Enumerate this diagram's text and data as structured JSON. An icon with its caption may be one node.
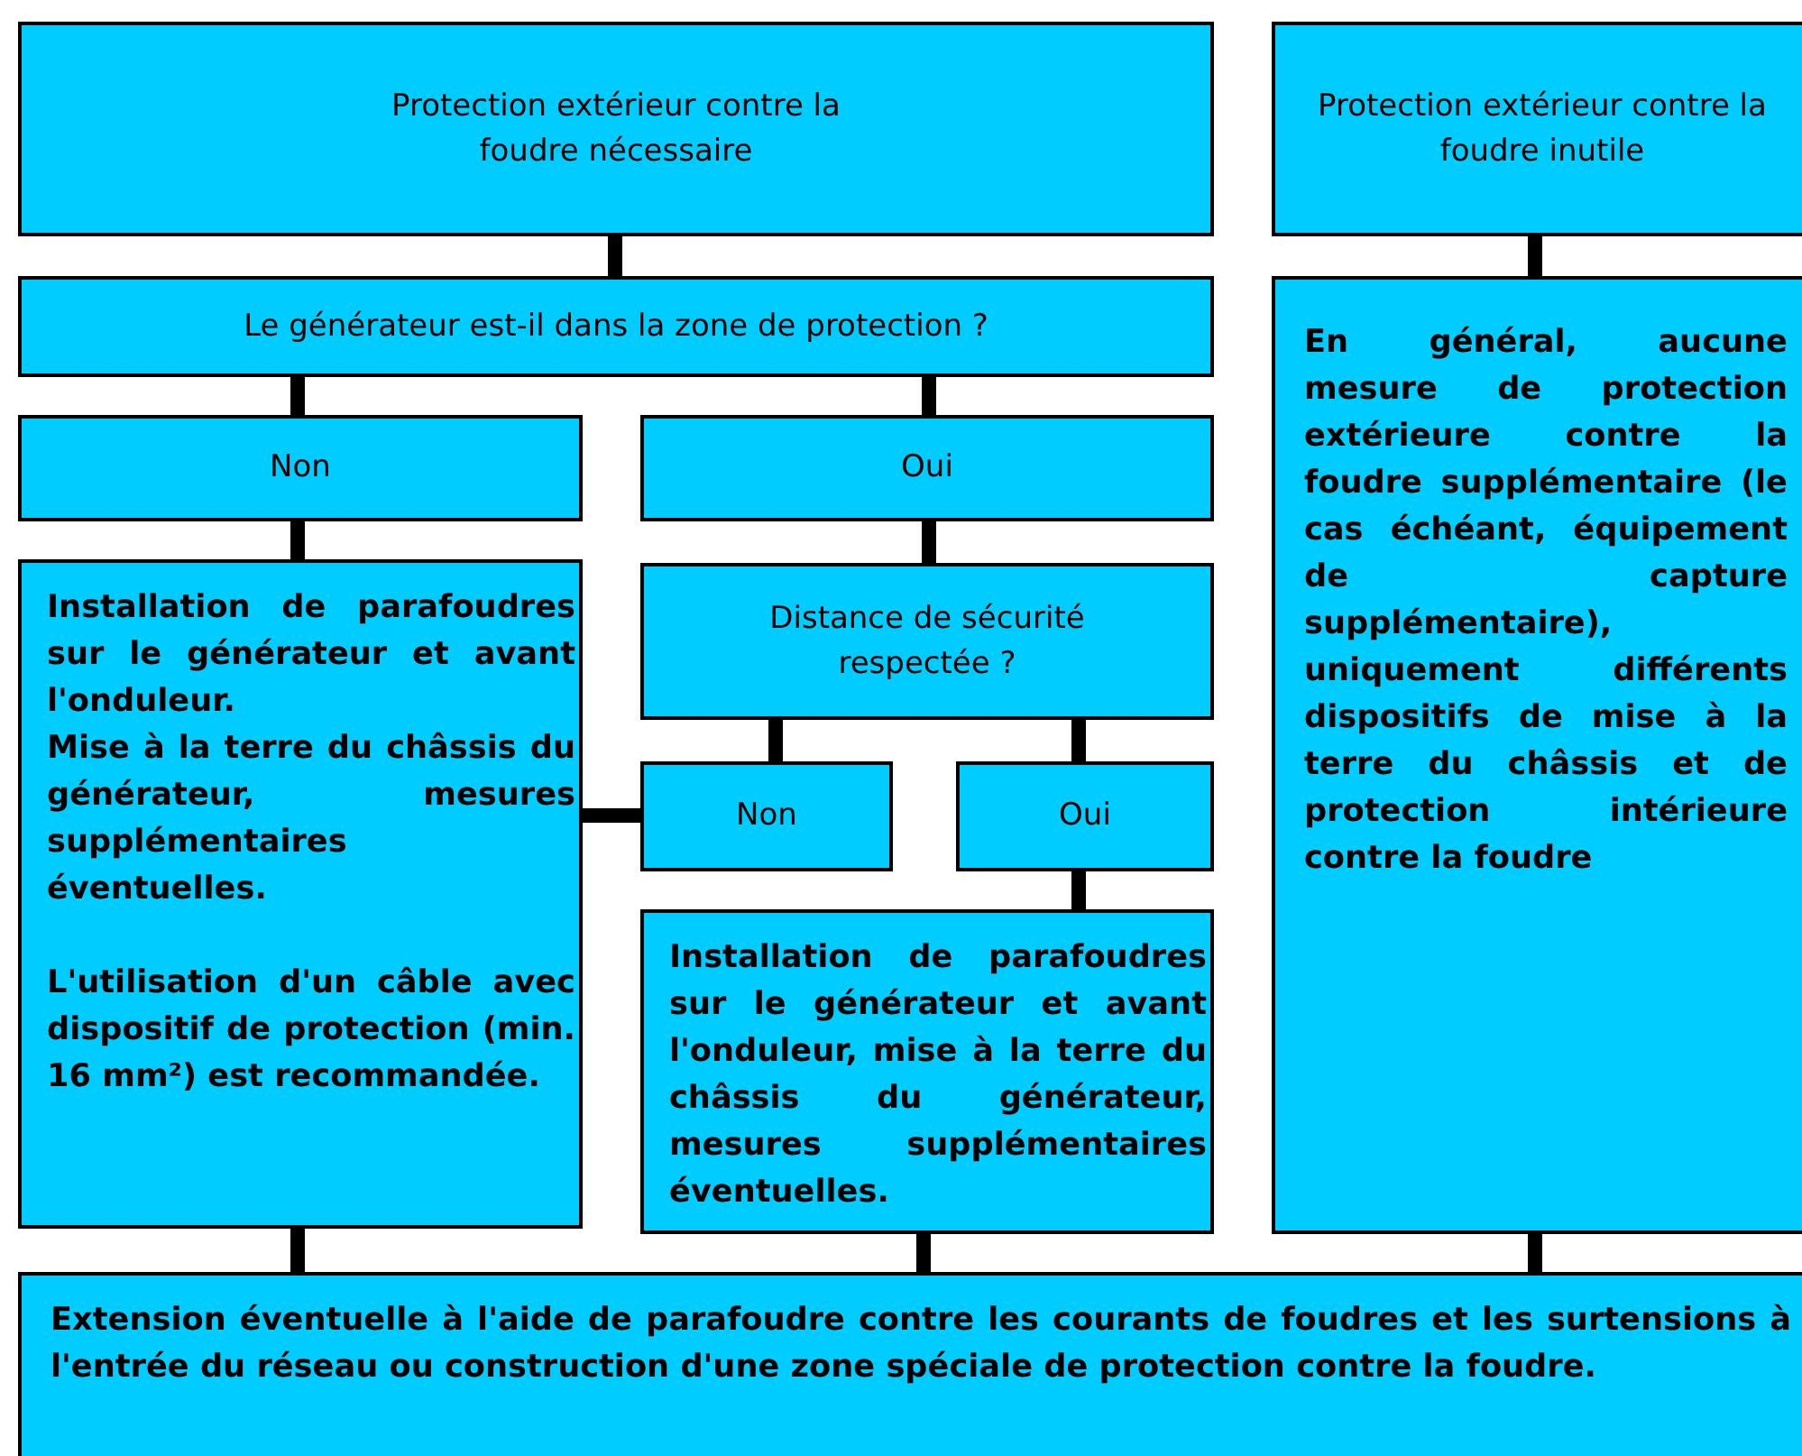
{
  "diagram": {
    "nodes": [
      {
        "text": [
          "Protection extérieur contre la foudre nécessaire"
        ]
      },
      {
        "text": [
          "Protection extérieur contre la foudre inutile"
        ]
      },
      {
        "text": [
          "Le générateur est-il dans la zone de protection ?"
        ]
      },
      {
        "text": [
          "Non"
        ]
      },
      {
        "text": [
          "Oui"
        ]
      },
      {
        "text": [
          "Installation de parafoudres sur le générateur et avant l'onduleur.",
          "Mise à la terre du châssis du générateur, mesures supplémentaires éventuelles.",
          "L'utilisation d'un câble avec dispositif de protection (min. 16 mm²) est recommandée."
        ]
      },
      {
        "text": [
          "Distance de sécurité respectée ?"
        ]
      },
      {
        "text": [
          "Non"
        ]
      },
      {
        "text": [
          "Oui"
        ]
      },
      {
        "text": [
          "Installation de parafoudres sur le générateur et avant l'onduleur, mise à la terre du châssis du générateur, mesures supplémentaires éventuelles."
        ]
      },
      {
        "text": [
          "En général, aucune mesure de protection extérieure contre la foudre supplémentaire (le cas échéant, équipement de capture supplémentaire), uniquement différents dispositifs de mise à la terre du châssis et de protection intérieure contre la foudre"
        ]
      },
      {
        "text": [
          "Extension éventuelle à l'aide de parafoudre contre les courants de foudres et les surtensions à l'entrée du réseau ou construction d'une zone spéciale de protection contre la foudre."
        ]
      }
    ],
    "edges": [
      {
        "from": 0,
        "to": 2,
        "arrow": "none"
      },
      {
        "from": 1,
        "to": 10,
        "arrow": "none"
      },
      {
        "from": 2,
        "to": 3,
        "arrow": "none"
      },
      {
        "from": 2,
        "to": 4,
        "arrow": "none"
      },
      {
        "from": 3,
        "to": 5,
        "arrow": "none"
      },
      {
        "from": 4,
        "to": 6,
        "arrow": "none"
      },
      {
        "from": 6,
        "to": 7,
        "arrow": "none"
      },
      {
        "from": 6,
        "to": 8,
        "arrow": "none"
      },
      {
        "from": 7,
        "to": 5,
        "arrow": "none"
      },
      {
        "from": 8,
        "to": 9,
        "arrow": "none"
      },
      {
        "from": 5,
        "to": 11,
        "arrow": "none"
      },
      {
        "from": 9,
        "to": 11,
        "arrow": "none"
      },
      {
        "from": 10,
        "to": 11,
        "arrow": "none"
      }
    ]
  }
}
